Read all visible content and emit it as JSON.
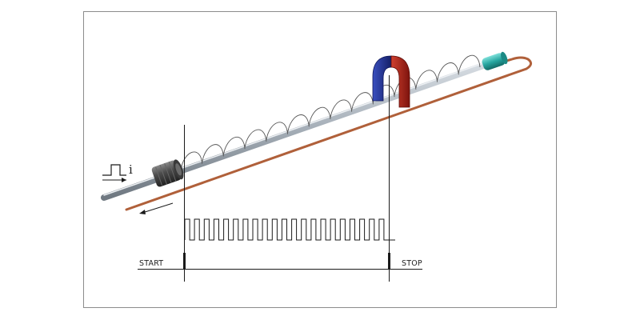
{
  "diagram": {
    "labels": {
      "start": "START",
      "stop": "STOP",
      "current": "i"
    },
    "pulse_train": {
      "cycles": 21
    },
    "helix": {
      "turns": 14
    },
    "colors": {
      "frame": "#8c8c8c",
      "waveguide": "#9aa4ae",
      "return_wire": "#b0603a",
      "helix_wire": "#555555",
      "coil": "#4a4a4a",
      "damper": "#27a6a0",
      "magnet_north": "#1f2f8c",
      "magnet_south": "#b0201a",
      "signal": "#1a1a1a"
    }
  }
}
